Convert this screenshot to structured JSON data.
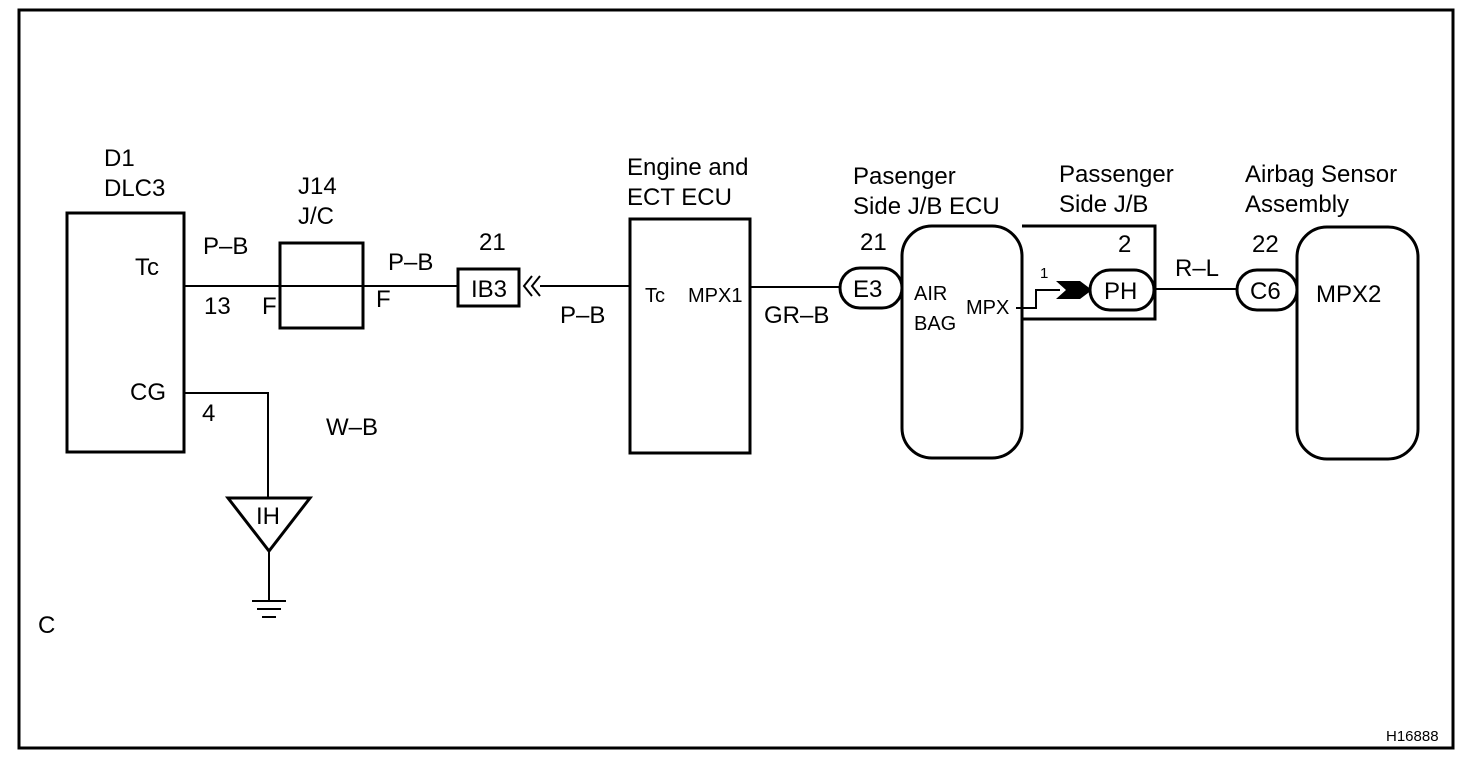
{
  "frame": {
    "corner_label": "C",
    "figure_id": "H16888"
  },
  "dlc3": {
    "code": "D1",
    "name": "DLC3",
    "pin_tc": "Tc",
    "pin_cg": "CG",
    "pin_tc_no": "13",
    "pin_cg_no": "4"
  },
  "jc": {
    "code": "J14",
    "name": "J/C",
    "pin_left": "F",
    "pin_right": "F"
  },
  "ib3": {
    "label": "IB3",
    "pin": "21"
  },
  "engine_ecu": {
    "title_line1": "Engine and",
    "title_line2": "ECT ECU",
    "pin_tc": "Tc",
    "pin_mpx1": "MPX1"
  },
  "pass_jb_ecu": {
    "title_line1": "Pasenger",
    "title_line2": "Side J/B ECU",
    "airbag_line1": "AIR",
    "airbag_line2": "BAG",
    "pin_mpx": "MPX"
  },
  "e3": {
    "label": "E3",
    "pin": "21"
  },
  "pass_jb": {
    "title_line1": "Passenger",
    "title_line2": "Side J/B",
    "pin": "2",
    "inline_pin": "1"
  },
  "ph": {
    "label": "PH"
  },
  "c6": {
    "label": "C6",
    "pin": "22"
  },
  "airbag_sensor": {
    "title_line1": "Airbag Sensor",
    "title_line2": "Assembly",
    "pin_mpx2": "MPX2"
  },
  "ground": {
    "label": "IH",
    "wire": "W–B"
  },
  "wires": {
    "pb_1": "P–B",
    "pb_2": "P–B",
    "pb_3": "P–B",
    "grb": "GR–B",
    "rl": "R–L"
  }
}
